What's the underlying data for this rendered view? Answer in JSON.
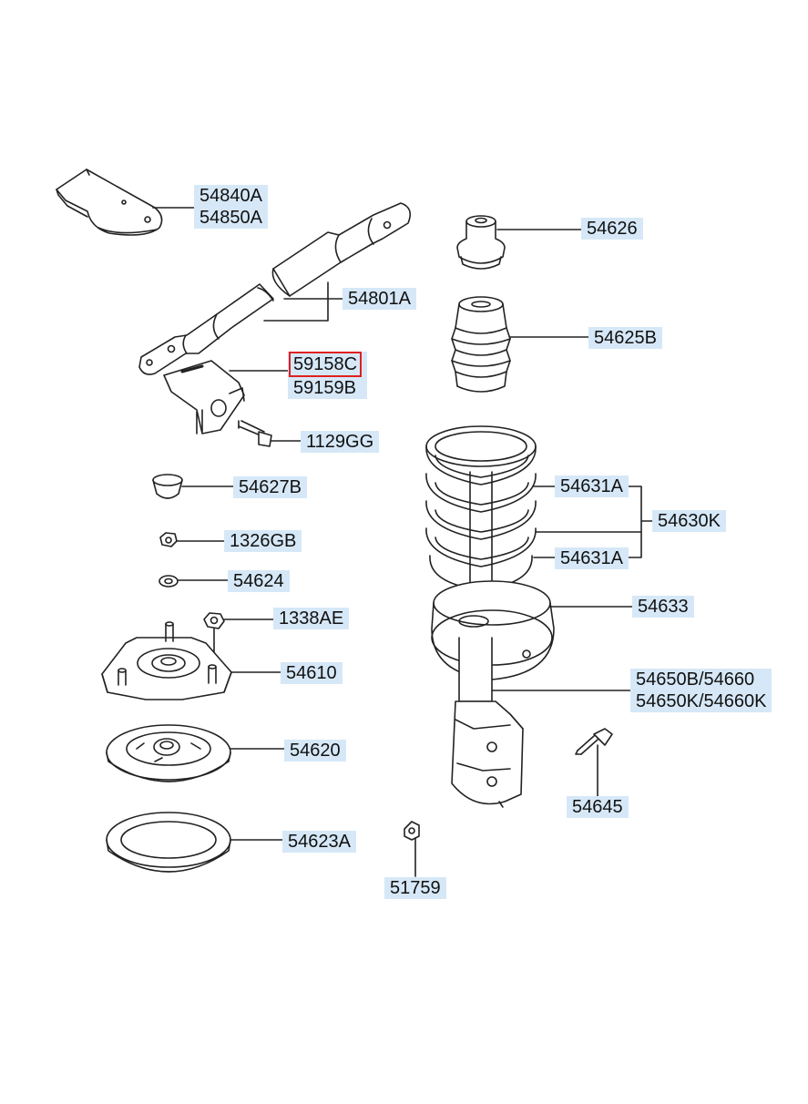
{
  "labels": {
    "p54840a": "54840A",
    "p54850a": "54850A",
    "p54801a": "54801A",
    "p59158c": "59158C",
    "p59159b": "59159B",
    "p1129gg": "1129GG",
    "p54627b": "54627B",
    "p1326gb": "1326GB",
    "p54624": "54624",
    "p1338ae": "1338AE",
    "p54610": "54610",
    "p54620": "54620",
    "p54623a": "54623A",
    "p54626": "54626",
    "p54625b": "54625B",
    "p54631a_top": "54631A",
    "p54630k": "54630K",
    "p54631a_bottom": "54631A",
    "p54633": "54633",
    "p54650b": "54650B/54660",
    "p54650k": "54650K/54660K",
    "p54645": "54645",
    "p51759": "51759"
  },
  "highlight": {
    "part": "59158C",
    "color": "#e02020"
  },
  "label_bg_color": "#d6e8f7"
}
